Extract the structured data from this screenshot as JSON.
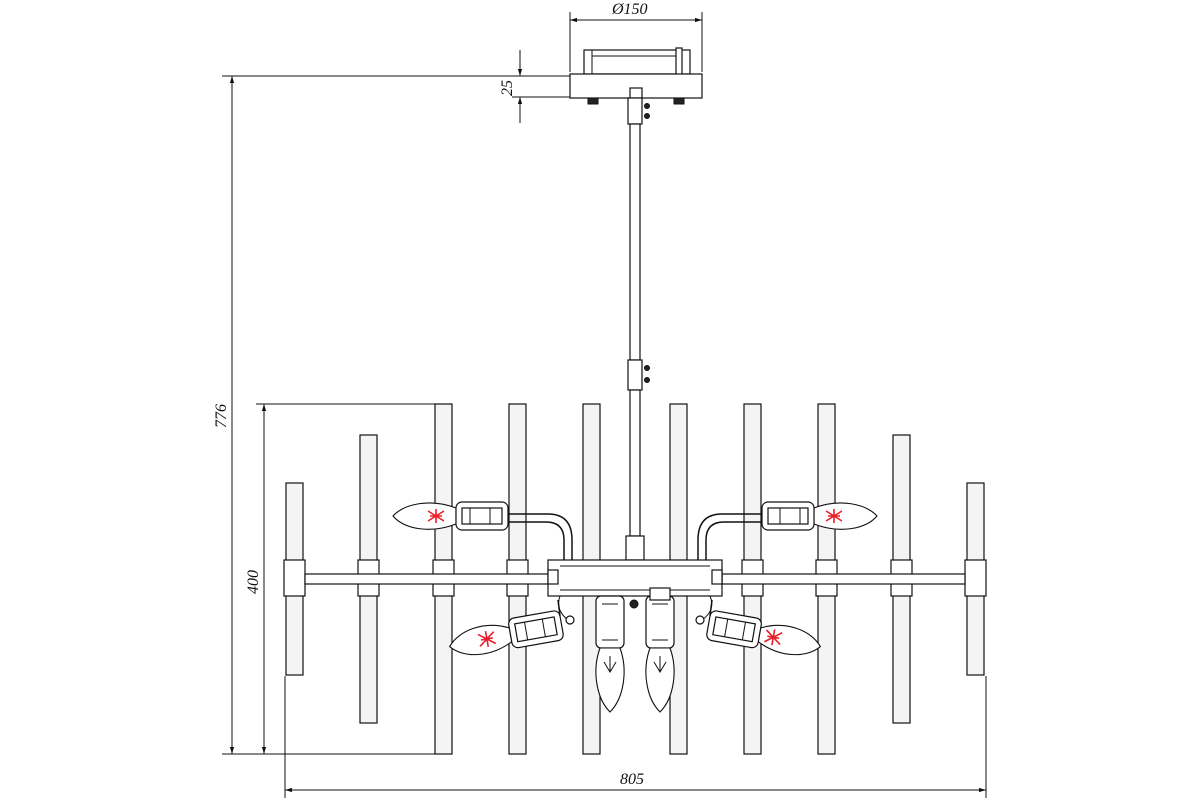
{
  "dimensions": {
    "canopy_diameter": "Ø150",
    "canopy_height": "25",
    "total_height": "776",
    "body_height": "400",
    "total_width": "805"
  },
  "colors": {
    "line": "#111111",
    "filament": "#e8202a",
    "background": "#ffffff"
  }
}
